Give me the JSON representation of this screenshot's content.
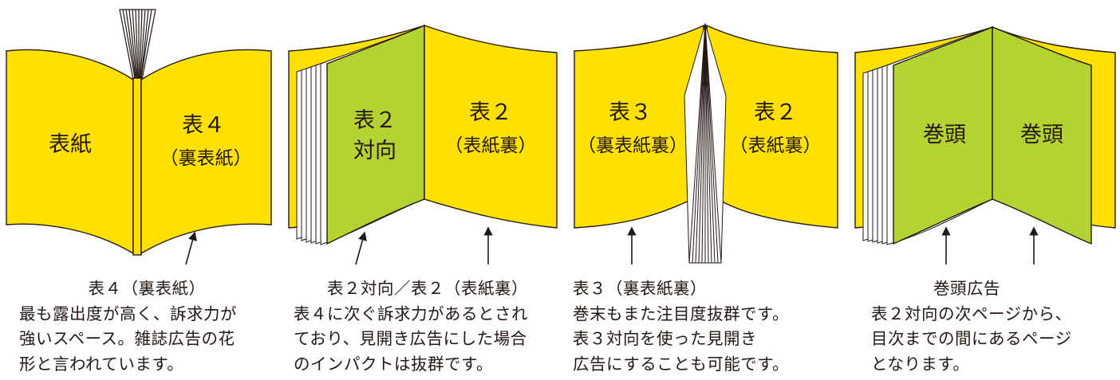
{
  "colors": {
    "yellow": "#FFE100",
    "green": "#B4D232",
    "stroke": "#231815"
  },
  "panels": [
    {
      "labels": {
        "cover": "表紙",
        "back_line1": "表４",
        "back_line2": "（裏表紙）"
      },
      "caption": {
        "heading": "表４（裏表紙）",
        "lines": [
          "最も露出度が高く、訴求力が",
          "強いスペース。雑誌広告の花",
          "形と言われています。"
        ]
      }
    },
    {
      "labels": {
        "left_line1": "表２",
        "left_line2": "対向",
        "right_line1": "表２",
        "right_line2": "（表紙裏）"
      },
      "caption": {
        "heading": "表２対向／表２（表紙裏）",
        "lines": [
          "表４に次ぐ訴求力があるとされ",
          "ており、見開き広告にした場合",
          "のインパクトは抜群です。"
        ]
      }
    },
    {
      "labels": {
        "left_line1": "表３",
        "left_line2": "（裏表紙裏）",
        "right_line1": "表２",
        "right_line2": "（表紙裏）"
      },
      "caption": {
        "heading": "表３（裏表紙裏）",
        "lines": [
          "巻末もまた注目度抜群です。",
          "表３対向を使った見開き",
          "広告にすることも可能です。"
        ]
      }
    },
    {
      "labels": {
        "left": "巻頭",
        "right": "巻頭"
      },
      "caption": {
        "heading": "巻頭広告",
        "lines": [
          "表２対向の次ページから、",
          "目次までの間にあるページ",
          "となります。"
        ]
      }
    }
  ]
}
